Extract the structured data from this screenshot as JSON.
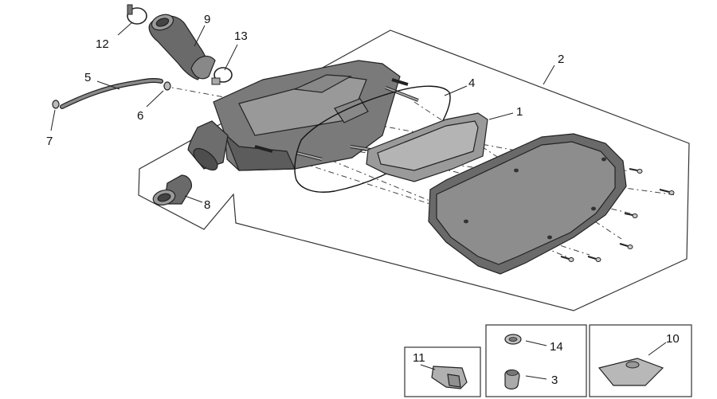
{
  "labels": {
    "l1": "1",
    "l2": "2",
    "l3": "3",
    "l4": "4",
    "l5": "5",
    "l6": "6",
    "l7": "7",
    "l8": "8",
    "l9": "9",
    "l10": "10",
    "l11": "11",
    "l12": "12",
    "l13": "13",
    "l14": "14"
  },
  "colors": {
    "part_dark": "#5c5c5c",
    "part_mid": "#8a8a8a",
    "part_light": "#b4b4b4",
    "line": "#222222"
  }
}
